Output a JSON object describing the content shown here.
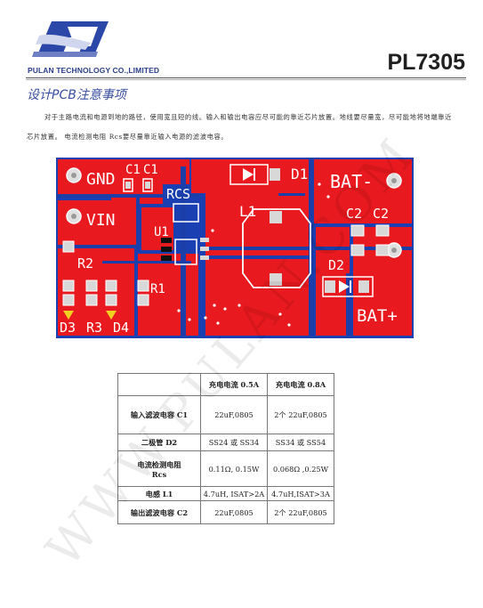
{
  "header": {
    "company": "PULAN TECHNOLOGY CO.,LIMITED",
    "part_number": "PL7305",
    "logo_icon": "pulan-logo-icon"
  },
  "section": {
    "title": "设计PCB注意事项",
    "paragraph": "对于主路电流和电源到地的路径，使用宽且短的线。输入和输出电容应尽可能的靠近芯片放置。地线要尽量宽，尽可能地将地端靠近芯片放置。 电流检测电阻 Rcs要尽量靠近输入电源的滤波电容。"
  },
  "pcb": {
    "labels": {
      "gnd": "GND",
      "c1a": "C1",
      "c1b": "C1",
      "d1": "D1",
      "bat_minus": "BAT-",
      "rcs": "RCS",
      "vin": "VIN",
      "l1": "L1",
      "c2a": "C2",
      "c2b": "C2",
      "u1": "U1",
      "r2": "R2",
      "d2": "D2",
      "r1": "R1",
      "d3": "D3",
      "r3": "R3",
      "d4": "D4",
      "bat_plus": "BAT+"
    },
    "colors": {
      "copper": "#e8191f",
      "board": "#1a3fb3",
      "trace": "#1c3ea8",
      "silk": "#ffffff"
    }
  },
  "table": {
    "headers": [
      "",
      "充电电流 0.5A",
      "充电电流 0.8A"
    ],
    "rows": [
      {
        "name": "输入滤波电容 C1",
        "v05": "22uF,0805",
        "v08": "2个 22uF,0805"
      },
      {
        "name": "二极管 D2",
        "v05": "SS24 或 SS34",
        "v08": "SS34 或 SS54"
      },
      {
        "name": "电流检测电阻",
        "name_sub": "Rcs",
        "v05": "0.11Ω, 0.15W",
        "v08": "0.068Ω ,0.25W"
      },
      {
        "name": "电感 L1",
        "v05": "4.7uH, ISAT>2A",
        "v08": "4.7uH,ISAT>3A"
      },
      {
        "name": "输出滤波电容 C2",
        "v05": "22uF,0805",
        "v08": "2个 22uF,0805"
      }
    ]
  },
  "watermark": {
    "text": "WWW.PULAN.COM"
  }
}
